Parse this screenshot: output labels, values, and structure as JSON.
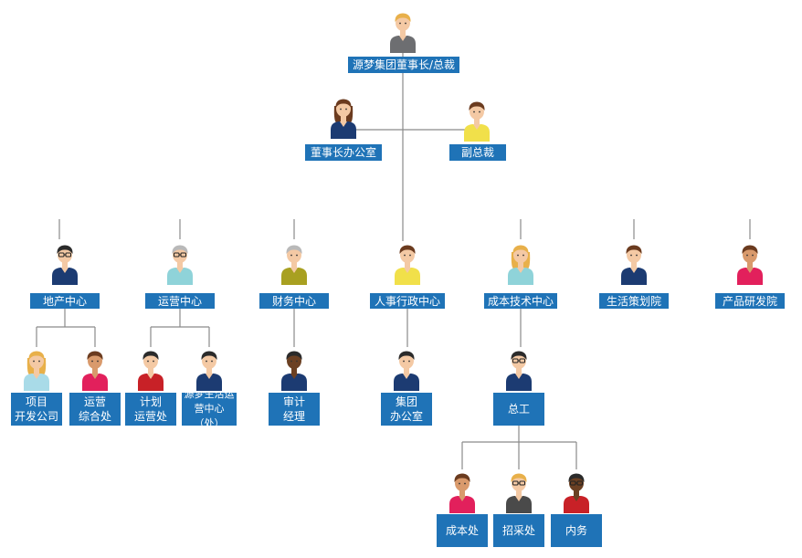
{
  "colors": {
    "box": "#1f73b7",
    "line": "#8a8a8a",
    "skin_light": "#f4c9a4",
    "skin_medium": "#d99a6c",
    "skin_dark": "#6b4023",
    "hair_blonde": "#e8b04a",
    "hair_brown": "#6b3b1f",
    "hair_black": "#2b2b2b",
    "hair_gray": "#b9b9b9",
    "shirt_gray": "#6d6e71",
    "shirt_navy": "#1c3b72",
    "shirt_yellow": "#f1e04a",
    "shirt_teal": "#8fd3d9",
    "shirt_olive": "#a8a021",
    "shirt_pink": "#e2205c",
    "shirt_red": "#c82127",
    "shirt_lightblue": "#a9dbe8",
    "shirt_darkgray": "#4a4a4a"
  },
  "org": {
    "ceo": "源梦集团董事长/总裁",
    "chairman_office": "董事长办公室",
    "vice_president": "副总裁",
    "departments": [
      "地产中心",
      "运营中心",
      "财务中心",
      "人事行政中心",
      "成本技术中心",
      "生活策划院",
      "产品研发院"
    ],
    "sub_units": {
      "project_company": "项目\n开发公司",
      "ops_general": "运营\n综合处",
      "plan_ops": "计划\n运营处",
      "lifestyle_ops": "源梦生活运\n营中心（处）",
      "audit_manager": "审计\n经理",
      "group_office": "集团\n办公室",
      "chief_engineer": "总工",
      "cost_office": "成本处",
      "procurement": "招采处",
      "internal_affairs": "内务"
    }
  }
}
